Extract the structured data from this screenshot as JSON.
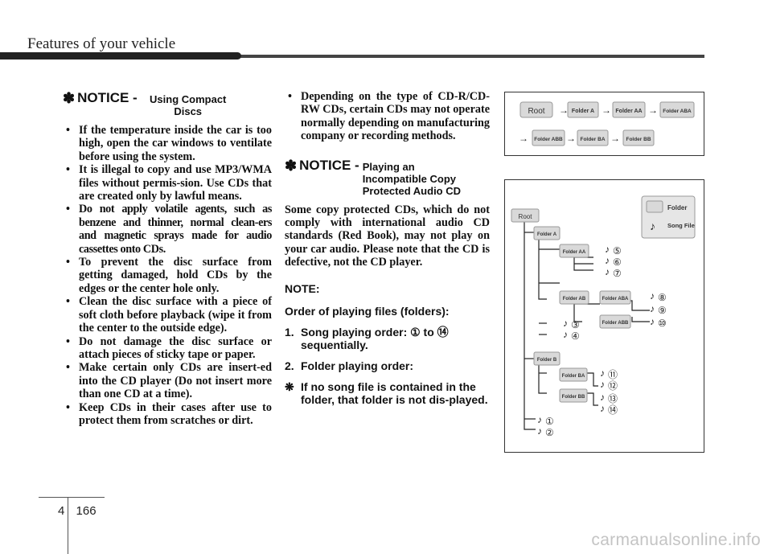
{
  "header": {
    "title": "Features of your vehicle"
  },
  "notice1": {
    "star": "✽",
    "word": "NOTICE -",
    "subtitle": "Using Compact Discs",
    "bullets": [
      "If the temperature inside the car is too high, open the car windows to ventilate before using the system.",
      "It is illegal to copy and use MP3/WMA files without permis-sion. Use CDs that are created only by lawful means.",
      "Do not apply volatile agents, such as benzene and thinner, normal clean-ers and magnetic sprays made for audio cassettes onto CDs.",
      "To prevent the disc surface from getting damaged, hold CDs by the edges or the center hole only.",
      "Clean the disc surface with a piece of soft cloth before playback (wipe it from the center to the outside edge).",
      "Do not damage the disc surface or attach pieces of sticky tape or paper.",
      "Make certain only CDs are insert-ed into the CD player (Do not insert more than one CD at a time).",
      "Keep CDs in their cases after use to protect them from scratches or dirt."
    ]
  },
  "col2": {
    "bullet": "Depending on the type of CD-R/CD-RW CDs, certain CDs may not operate normally depending on manufacturing company or recording methods."
  },
  "notice2": {
    "star": "✽",
    "word": "NOTICE -",
    "subtitle_lines": [
      "Playing an",
      "Incompatible Copy",
      "Protected Audio CD"
    ],
    "body": "Some copy protected CDs, which do not comply with international audio CD standards (Red Book), may not play on your car audio. Please note that the CD is defective, not the CD player."
  },
  "note": {
    "title": "NOTE:",
    "order_title": "Order of playing files (folders):",
    "item1_num": "1.",
    "item1_text": "Song playing order: ① to ⑭ sequentially.",
    "item2_num": "2.",
    "item2_text": "Folder playing order:",
    "asterisk": "❋",
    "asterisk_text": "If no song file is contained in the folder, that folder is not dis-played."
  },
  "folder_order": {
    "row1": [
      "Root",
      "Folder A",
      "Folder AA",
      "Folder ABA"
    ],
    "row2": [
      "Folder ABB",
      "Folder BA",
      "Folder BB"
    ],
    "arrow": "→"
  },
  "tree": {
    "legend_folder": "Folder",
    "legend_song": "Song File",
    "root": "Root",
    "folders": {
      "a": "Folder A",
      "aa": "Folder AA",
      "ab": "Folder AB",
      "aba": "Folder ABA",
      "abb": "Folder ABB",
      "b": "Folder B",
      "ba": "Folder BA",
      "bb": "Folder BB"
    },
    "note_glyph": "♪",
    "songs": [
      "⑤",
      "⑥",
      "⑦",
      "⑧",
      "⑨",
      "⑩",
      "③",
      "④",
      "⑪",
      "⑫",
      "⑬",
      "⑭",
      "①",
      "②"
    ]
  },
  "footer": {
    "section": "4",
    "page": "166",
    "watermark": "carmanualsonline.info"
  },
  "colors": {
    "folder_fill": "#d9d9d9",
    "legend_fill": "#e6e6e6",
    "line": "#222222",
    "watermark": "#c4c4c4"
  }
}
